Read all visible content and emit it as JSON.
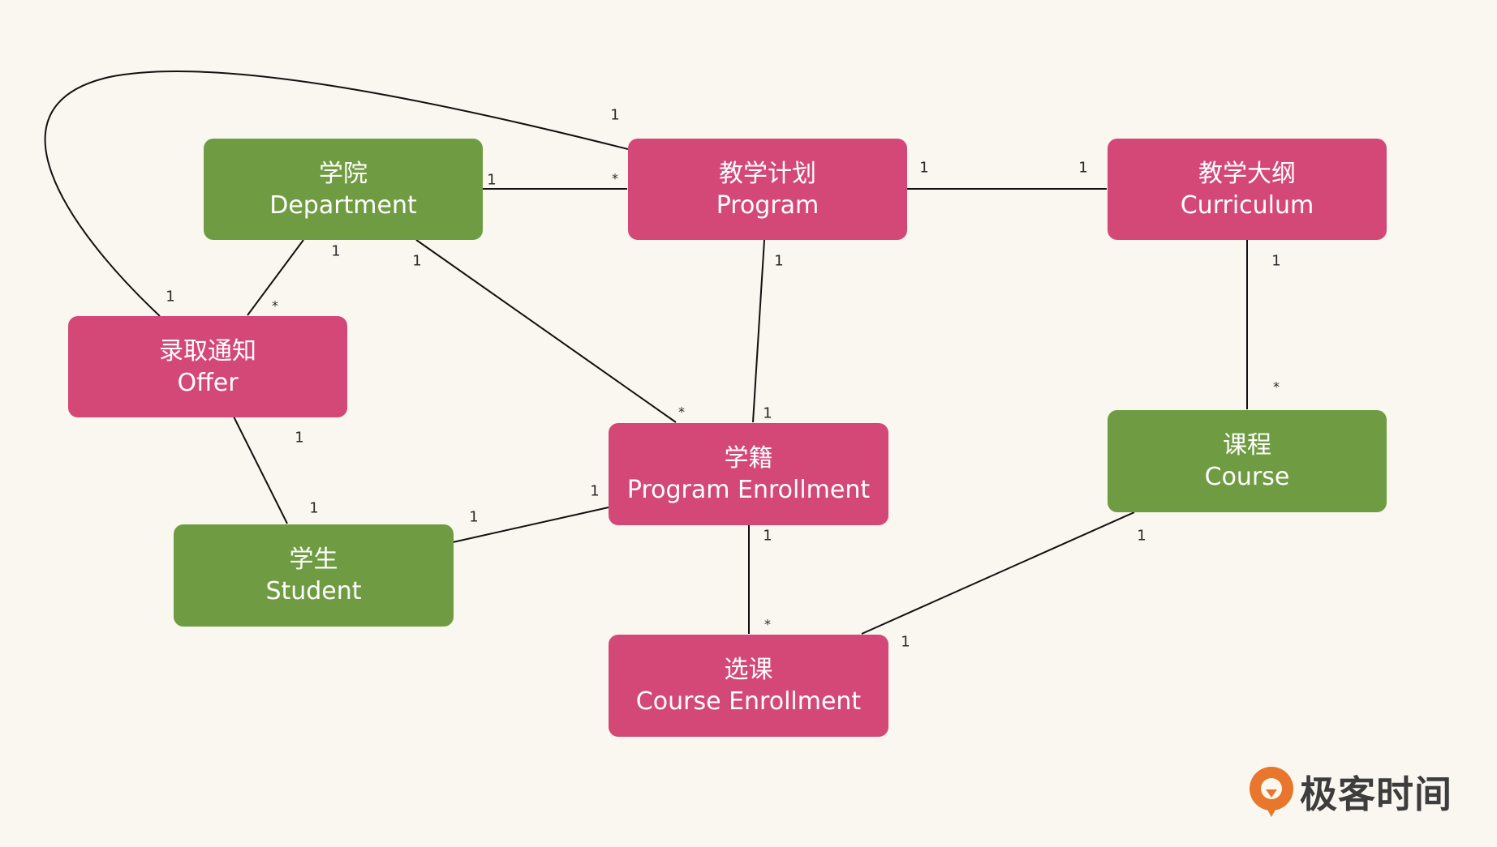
{
  "nodes": {
    "offer": {
      "zh": "录取通知",
      "en": "Offer",
      "color": "#d44878"
    },
    "department": {
      "zh": "学院",
      "en": "Department",
      "color": "#6f9c42"
    },
    "program": {
      "zh": "教学计划",
      "en": "Program",
      "color": "#d44878"
    },
    "curriculum": {
      "zh": "教学大纲",
      "en": "Curriculum",
      "color": "#d44878"
    },
    "program_enrollment": {
      "zh": "学籍",
      "en": "Program Enrollment",
      "color": "#d44878"
    },
    "course": {
      "zh": "课程",
      "en": "Course",
      "color": "#6f9c42"
    },
    "student": {
      "zh": "学生",
      "en": "Student",
      "color": "#6f9c42"
    },
    "course_enrollment": {
      "zh": "选课",
      "en": "Course Enrollment",
      "color": "#d44878"
    }
  },
  "edges": [
    {
      "id": "program-offer",
      "from": "program",
      "to": "offer",
      "from_mult": "1",
      "to_mult": "1"
    },
    {
      "id": "department-program",
      "from": "department",
      "to": "program",
      "from_mult": "1",
      "to_mult": "*"
    },
    {
      "id": "program-curriculum",
      "from": "program",
      "to": "curriculum",
      "from_mult": "1",
      "to_mult": "1"
    },
    {
      "id": "department-offer",
      "from": "department",
      "to": "offer",
      "from_mult": "1",
      "to_mult": "*"
    },
    {
      "id": "department-enrollment",
      "from": "department",
      "to": "program_enrollment",
      "from_mult": "1",
      "to_mult": "*"
    },
    {
      "id": "program-enrollment",
      "from": "program",
      "to": "program_enrollment",
      "from_mult": "1",
      "to_mult": "1"
    },
    {
      "id": "curriculum-course",
      "from": "curriculum",
      "to": "course",
      "from_mult": "1",
      "to_mult": "*"
    },
    {
      "id": "offer-student",
      "from": "offer",
      "to": "student",
      "from_mult": "1",
      "to_mult": "1"
    },
    {
      "id": "student-enrollment",
      "from": "student",
      "to": "program_enrollment",
      "from_mult": "1",
      "to_mult": "1"
    },
    {
      "id": "enrollment-courseenroll",
      "from": "program_enrollment",
      "to": "course_enrollment",
      "from_mult": "1",
      "to_mult": "*"
    },
    {
      "id": "course-courseenroll",
      "from": "course",
      "to": "course_enrollment",
      "from_mult": "1",
      "to_mult": "1"
    }
  ],
  "logo": {
    "text": "极客时间",
    "icon": "geektime-logo-icon",
    "color": "#e8762d"
  }
}
